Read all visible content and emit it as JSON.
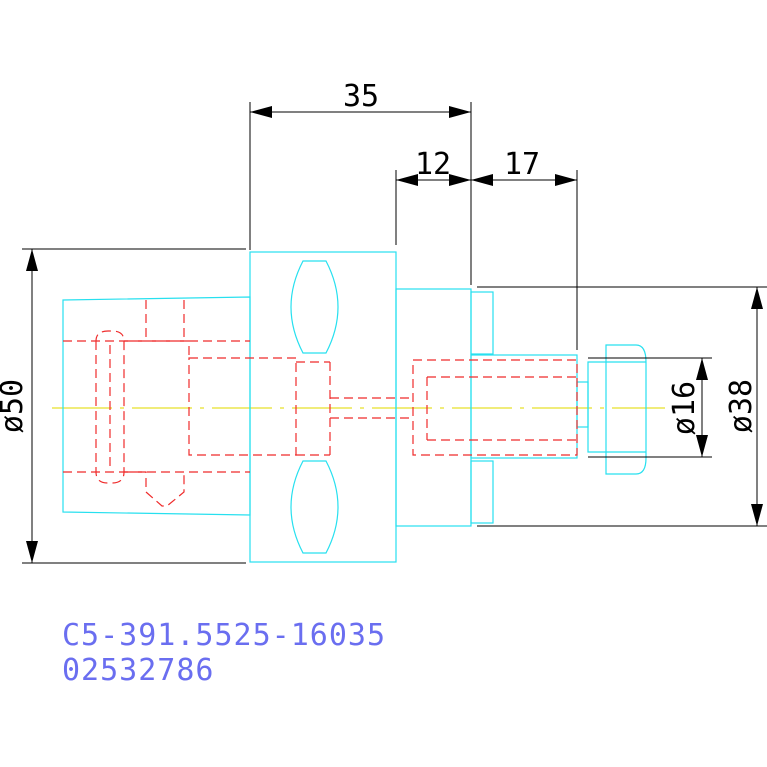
{
  "drawing": {
    "dimensions": {
      "length_total": "35",
      "length_a": "12",
      "length_b": "17",
      "dia_outer": "ø50",
      "dia_bore": "ø16",
      "dia_shank": "ø38"
    },
    "part_number": "C5-391.5525-16035",
    "item_code": "02532786"
  },
  "colors": {
    "outline": "#27e0ef",
    "hidden": "#ef2b2b",
    "centerline": "#e6e02a",
    "dimension": "#000000",
    "text_ref": "#6a6ef0"
  }
}
